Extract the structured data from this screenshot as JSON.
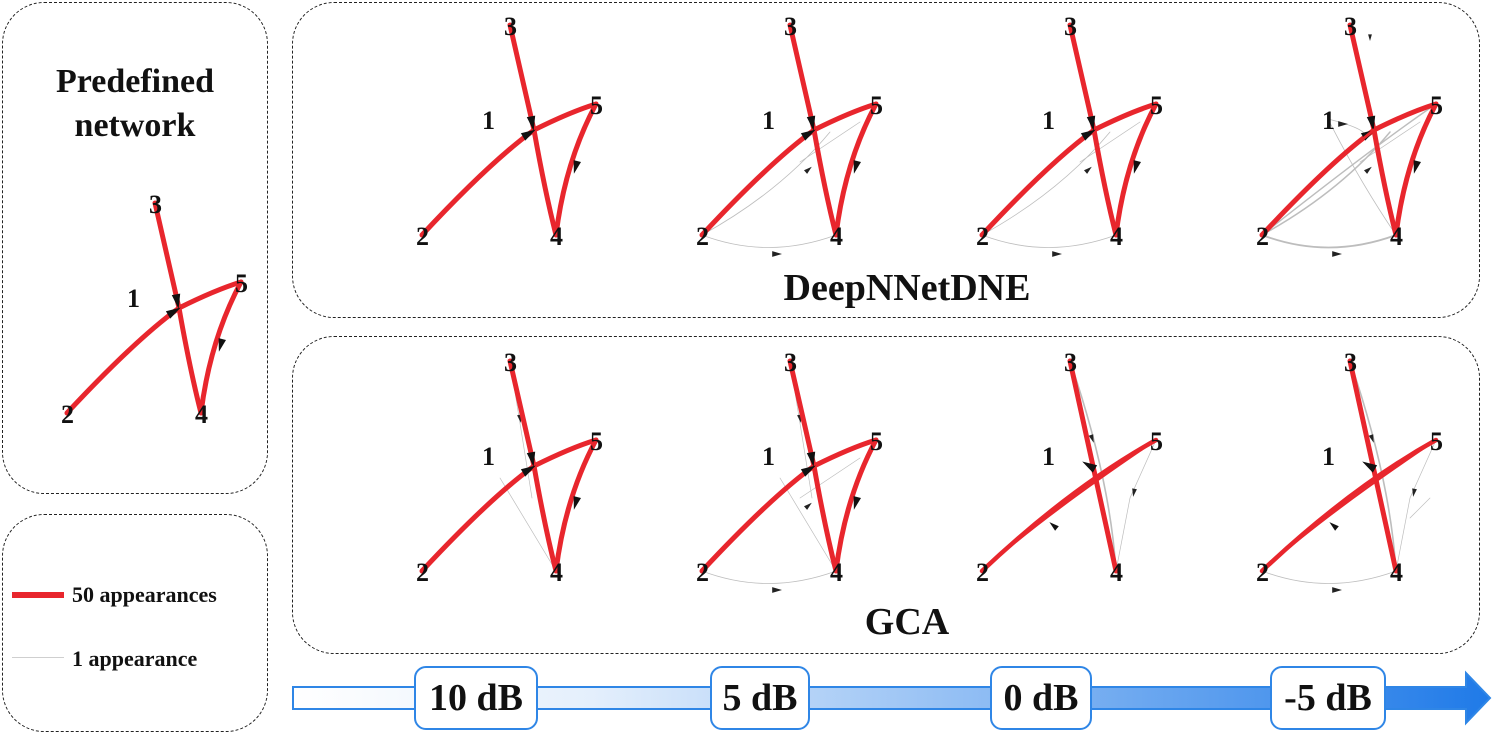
{
  "predefined": {
    "title_line1": "Predefined",
    "title_line2": "network"
  },
  "legend": {
    "items": [
      {
        "label": "50 appearances",
        "color": "#e8262d"
      },
      {
        "label": "1 appearance",
        "color": "#cfcfcf"
      }
    ]
  },
  "groups": [
    {
      "title": "DeepNNetDNE"
    },
    {
      "title": "GCA"
    }
  ],
  "nodes": [
    "1",
    "2",
    "3",
    "4",
    "5"
  ],
  "snr_levels": [
    "10 dB",
    "5 dB",
    "0 dB",
    "-5 dB"
  ],
  "colors": {
    "strong_edge": "#e8262d",
    "weak_edge": "#bdbdbd",
    "arrow_light": "#dbeafc",
    "arrow_dark": "#1f7ae8",
    "box_border": "#2f86e6"
  }
}
